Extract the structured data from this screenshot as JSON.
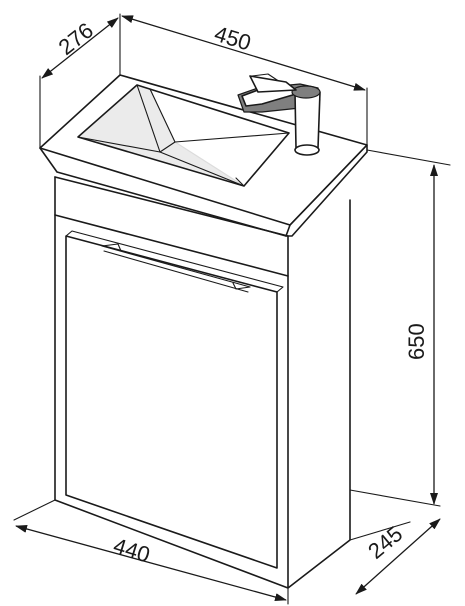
{
  "dimensions": {
    "depth_top": "276",
    "width_top": "450",
    "height": "650",
    "width_bottom": "440",
    "depth_bottom": "245"
  }
}
